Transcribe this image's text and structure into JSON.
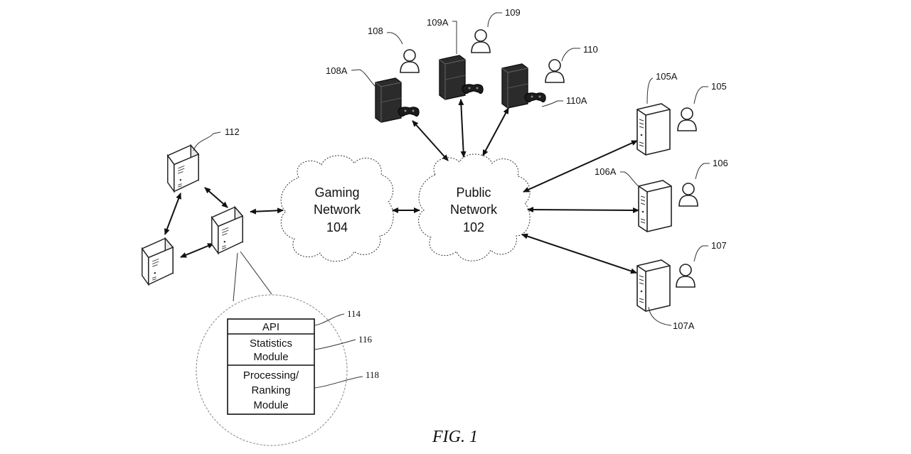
{
  "figure_caption": "FIG. 1",
  "clouds": {
    "gaming": {
      "line1": "Gaming",
      "line2": "Network",
      "line3": "104"
    },
    "public": {
      "line1": "Public",
      "line2": "Network",
      "line3": "102"
    }
  },
  "labels": {
    "server_112": "112",
    "console_108": "108A",
    "user_108": "108",
    "console_109": "109A",
    "user_109": "109",
    "user_110": "110",
    "console_110": "110A",
    "client_105": "105A",
    "user_105": "105",
    "client_106": "106A",
    "user_106": "106",
    "user_107": "107",
    "client_107": "107A",
    "module_114": "114",
    "module_116": "116",
    "module_118": "118"
  },
  "modules": {
    "api": "API",
    "statistics_1": "Statistics",
    "statistics_2": "Module",
    "processing_1": "Processing/",
    "processing_2": "Ranking",
    "processing_3": "Module"
  }
}
